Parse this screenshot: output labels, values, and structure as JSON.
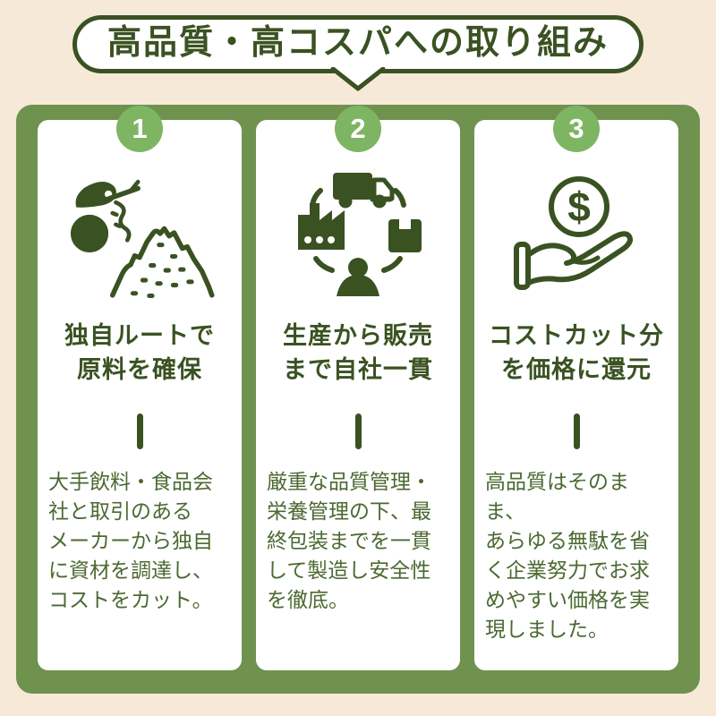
{
  "colors": {
    "background": "#f6e9d8",
    "panel_green": "#6f924f",
    "badge_green": "#7eb562",
    "dark_green": "#3a5222",
    "text_green": "#4b6931",
    "card_white": "#ffffff"
  },
  "header": {
    "title": "高品質・高コスパへの取り組み"
  },
  "columns": [
    {
      "number": "1",
      "icon": "raw-materials-icon",
      "heading": "独自ルートで\n原料を確保",
      "body": "大手飲料・食品会\n社と取引のある\nメーカーから独自\nに資材を調達し、\nコストをカット。"
    },
    {
      "number": "2",
      "icon": "supply-chain-cycle-icon",
      "heading": "生産から販売\nまで自社一貫",
      "body": "厳重な品質管理・\n栄養管理の下、最\n終包装までを一貫\nして製造し安全性\nを徹底。"
    },
    {
      "number": "3",
      "icon": "hand-coin-icon",
      "heading": "コストカット分\nを価格に還元",
      "body": "高品質はそのまま、\nあらゆる無駄を省\nく企業努力でお求\nめやすい価格を実\n現しました。"
    }
  ]
}
